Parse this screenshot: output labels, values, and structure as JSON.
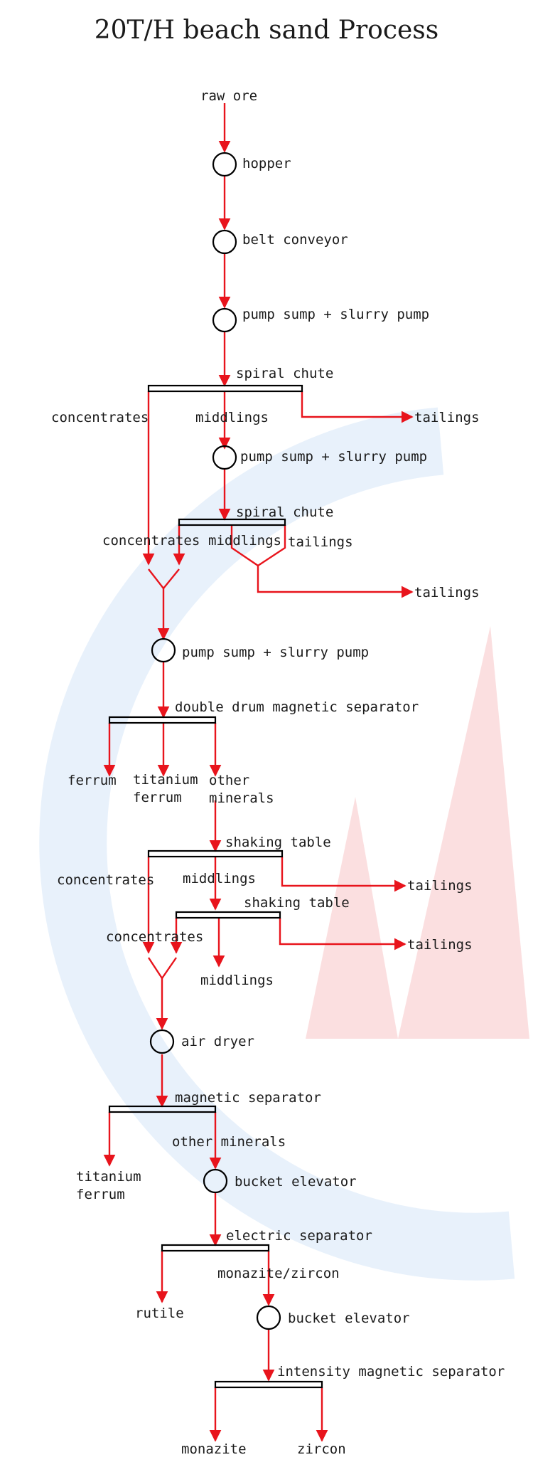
{
  "title": "20T/H  beach sand Process",
  "labels": {
    "raw_ore": "raw ore",
    "hopper": "hopper",
    "belt_conveyor": "belt conveyor",
    "pump1": "pump sump + slurry pump",
    "spiral1": "spiral chute",
    "conc1": "concentrates",
    "midd1": "middlings",
    "tail1": "tailings",
    "pump2": "pump sump + slurry pump",
    "spiral2": "spiral chute",
    "conc2": "concentrates",
    "midd2": "middlings",
    "tail2a": "tailings",
    "tail2b": "tailings",
    "pump3": "pump sump + slurry pump",
    "ddms": "double drum magnetic separator",
    "ferrum": "ferrum",
    "tif1_a": "titanium",
    "tif1_b": "ferrum",
    "other1_a": "other",
    "other1_b": "minerals",
    "shake1": "shaking table",
    "conc3": "concentrates",
    "midd3": "middlings",
    "tail3": "tailings",
    "shake2": "shaking table",
    "conc4": "concentrates",
    "midd4": "middlings",
    "tail4": "tailings",
    "dryer": "air dryer",
    "magsep": "magnetic separator",
    "other2": "other minerals",
    "tif2_a": "titanium",
    "tif2_b": "ferrum",
    "elev1": "bucket elevator",
    "elecsep": "electric separator",
    "monzir": "monazite/zircon",
    "rutile": "rutile",
    "elev2": "bucket elevator",
    "intmag": "intensity magnetic separator",
    "monazite": "monazite",
    "zircon": "zircon"
  },
  "colors": {
    "flow": "#e8141c",
    "equipment": "#000000",
    "text": "#1a1a1a"
  }
}
